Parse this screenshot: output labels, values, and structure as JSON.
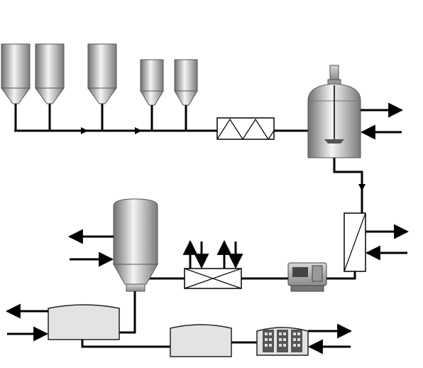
{
  "diagram": {
    "kind": "process-flow",
    "labels": [],
    "equipment": [
      "silo",
      "silo",
      "silo",
      "silo",
      "silo",
      "screw-conveyor",
      "agitated-reactor",
      "heat-exchanger",
      "pump",
      "static-mixer",
      "spray-dryer-tower",
      "filter-tank",
      "filter-tank",
      "plate-filter-press"
    ],
    "colors": {
      "line": "#000000",
      "steel_dark": "#6f6f6f",
      "steel_light": "#f2f2f2",
      "tank_fill": "#e3e3e3",
      "background": "#ffffff"
    }
  }
}
